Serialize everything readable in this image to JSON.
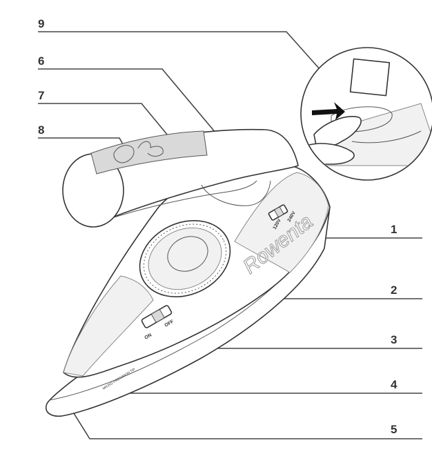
{
  "callouts": [
    {
      "num": "1",
      "label_id": "voltage-selector"
    },
    {
      "num": "2",
      "label_id": "temperature-dial"
    },
    {
      "num": "3",
      "label_id": "on-off-switch"
    },
    {
      "num": "4",
      "label_id": "soleplate-edge"
    },
    {
      "num": "5",
      "label_id": "soleplate"
    },
    {
      "num": "6",
      "label_id": "handle"
    },
    {
      "num": "7",
      "label_id": "handle-grip"
    },
    {
      "num": "8",
      "label_id": "steam-button"
    },
    {
      "num": "9",
      "label_id": "handle-release-detail"
    }
  ],
  "brand": "Rowenta",
  "voltage": {
    "low": "120V",
    "high": "240V"
  },
  "switch": {
    "on": "ON",
    "off": "OFF"
  },
  "soleplate_text": "MICRO PRECISION TIP",
  "colors": {
    "line": "#333333",
    "grip": "#d9d9d9",
    "background": "#ffffff"
  }
}
